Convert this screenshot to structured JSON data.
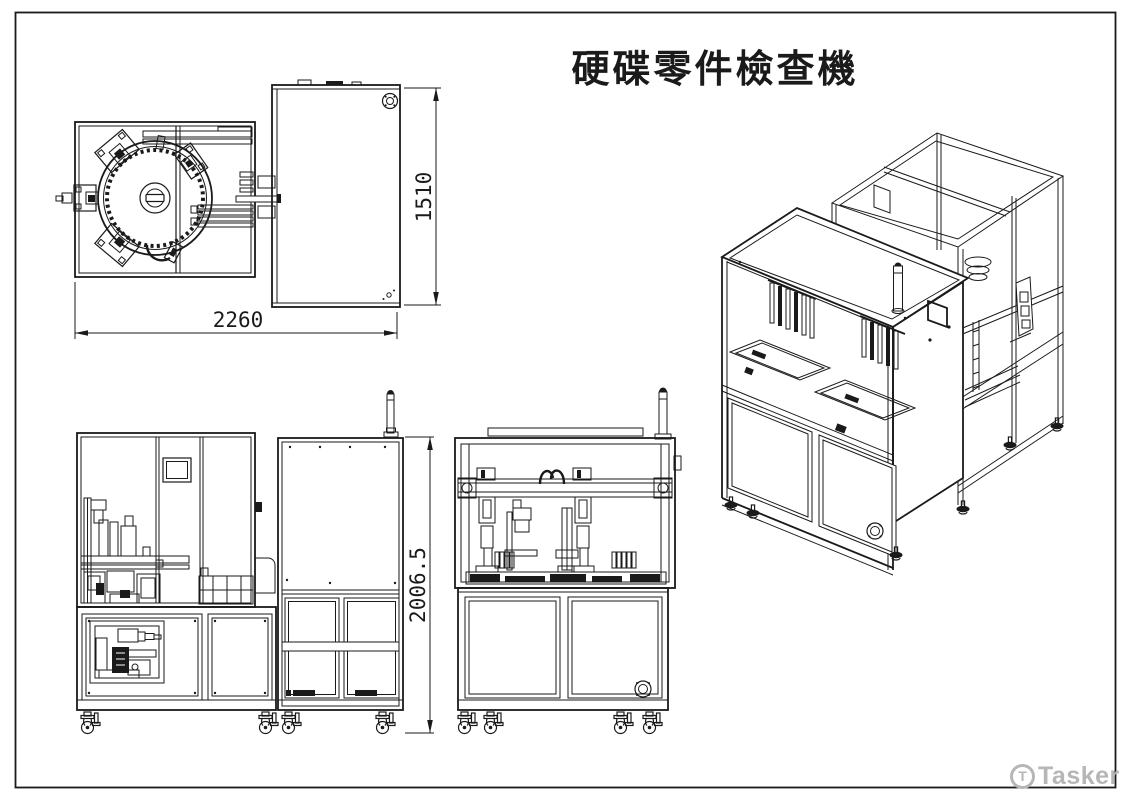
{
  "drawing": {
    "title": "硬碟零件檢查機",
    "dimensions": {
      "overall_width": "2260",
      "depth": "1510",
      "overall_height": "2006.5"
    }
  },
  "watermark": {
    "logo_letter": "T",
    "text": "Tasker"
  },
  "colors": {
    "line": "#1a1a1a",
    "background": "#ffffff",
    "watermark": "#b6b6b6"
  }
}
